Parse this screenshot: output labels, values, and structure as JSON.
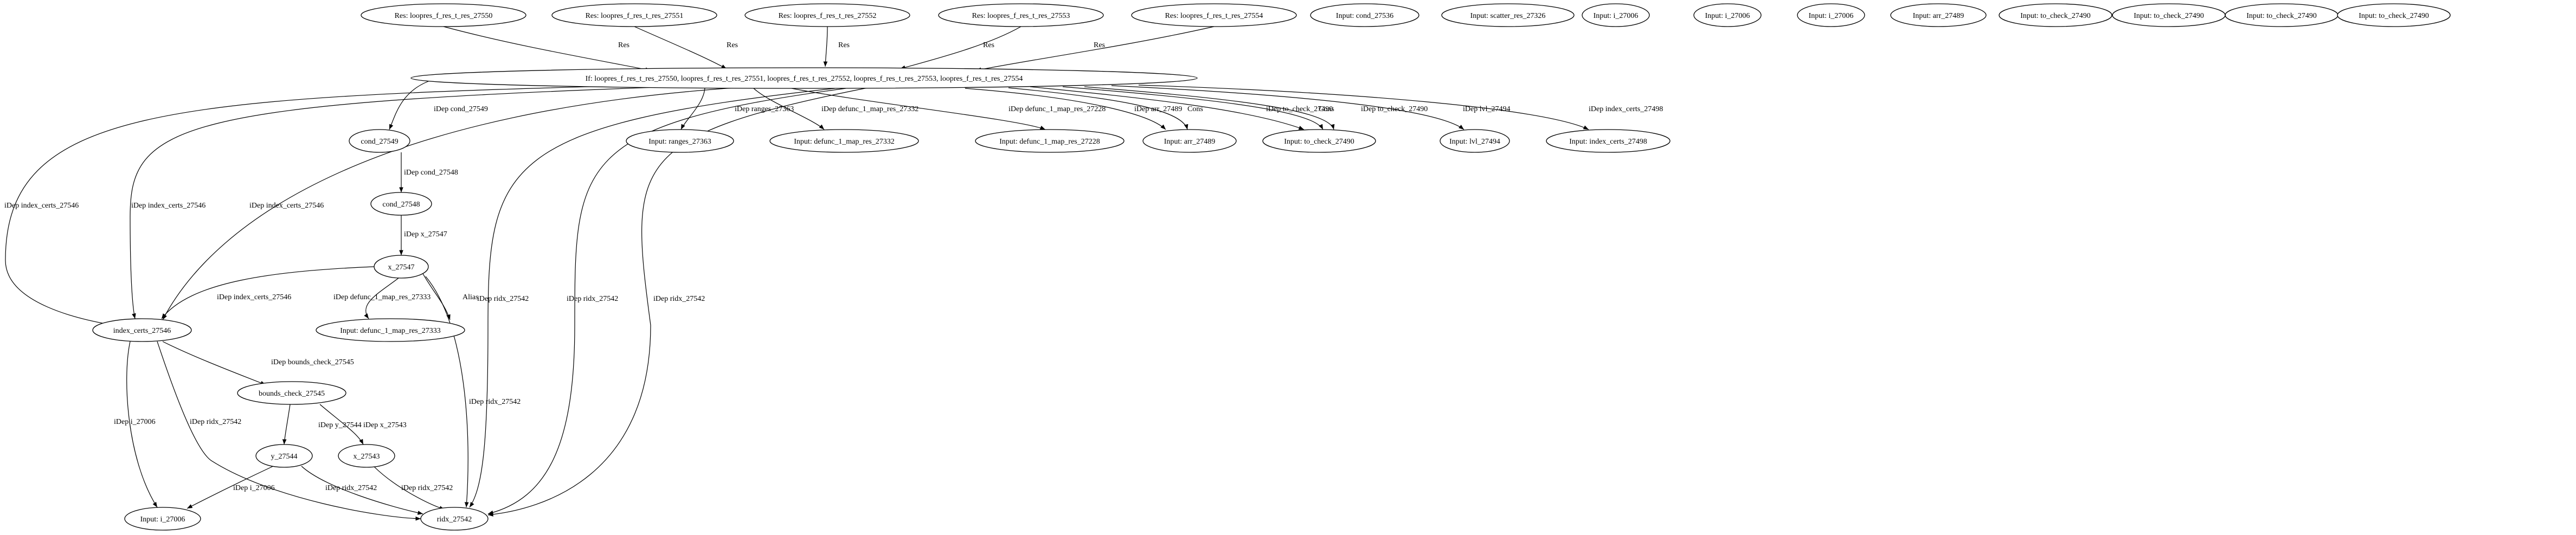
{
  "nodes": [
    {
      "id": "res0",
      "label": "Res: loopres_f_res_t_res_27550"
    },
    {
      "id": "res1",
      "label": "Res: loopres_f_res_t_res_27551"
    },
    {
      "id": "res2",
      "label": "Res: loopres_f_res_t_res_27552"
    },
    {
      "id": "res3",
      "label": "Res: loopres_f_res_t_res_27553"
    },
    {
      "id": "res4",
      "label": "Res: loopres_f_res_t_res_27554"
    },
    {
      "id": "in_cond",
      "label": "Input: cond_27536"
    },
    {
      "id": "in_scatter",
      "label": "Input: scatter_res_27326"
    },
    {
      "id": "in_i_a",
      "label": "Input: i_27006"
    },
    {
      "id": "in_i_b",
      "label": "Input: i_27006"
    },
    {
      "id": "in_i_c",
      "label": "Input: i_27006"
    },
    {
      "id": "in_arr_top",
      "label": "Input: arr_27489"
    },
    {
      "id": "in_tc_a",
      "label": "Input: to_check_27490"
    },
    {
      "id": "in_tc_b",
      "label": "Input: to_check_27490"
    },
    {
      "id": "in_tc_c",
      "label": "Input: to_check_27490"
    },
    {
      "id": "in_tc_d",
      "label": "Input: to_check_27490"
    },
    {
      "id": "if",
      "label": "If: loopres_f_res_t_res_27550, loopres_f_res_t_res_27551, loopres_f_res_t_res_27552, loopres_f_res_t_res_27553, loopres_f_res_t_res_27554"
    },
    {
      "id": "cond49",
      "label": "cond_27549"
    },
    {
      "id": "in_ranges",
      "label": "Input: ranges_27363"
    },
    {
      "id": "in_dm32",
      "label": "Input: defunc_1_map_res_27332"
    },
    {
      "id": "in_dm28",
      "label": "Input: defunc_1_map_res_27228"
    },
    {
      "id": "in_arr",
      "label": "Input: arr_27489"
    },
    {
      "id": "in_tc",
      "label": "Input: to_check_27490"
    },
    {
      "id": "in_lvl",
      "label": "Input: lvl_27494"
    },
    {
      "id": "in_idx",
      "label": "Input: index_certs_27498"
    },
    {
      "id": "cond48",
      "label": "cond_27548"
    },
    {
      "id": "x47",
      "label": "x_27547"
    },
    {
      "id": "in_dm33",
      "label": "Input: defunc_1_map_res_27333"
    },
    {
      "id": "idx46",
      "label": "index_certs_27546"
    },
    {
      "id": "bc45",
      "label": "bounds_check_27545"
    },
    {
      "id": "y44",
      "label": "y_27544"
    },
    {
      "id": "x43",
      "label": "x_27543"
    },
    {
      "id": "in_i",
      "label": "Input: i_27006"
    },
    {
      "id": "ridx42",
      "label": "ridx_27542"
    }
  ],
  "edges": [
    {
      "label": "Res"
    },
    {
      "label": "Res"
    },
    {
      "label": "Res"
    },
    {
      "label": "Res"
    },
    {
      "label": "Res"
    },
    {
      "label": "iDep cond_27549"
    },
    {
      "label": "iDep ranges_27363"
    },
    {
      "label": "iDep defunc_1_map_res_27332"
    },
    {
      "label": "iDep defunc_1_map_res_27228"
    },
    {
      "label": "iDep arr_27489"
    },
    {
      "label": "Cons"
    },
    {
      "label": "iDep to_check_27490"
    },
    {
      "label": "Cons"
    },
    {
      "label": "iDep to_check_27490"
    },
    {
      "label": "iDep lvl_27494"
    },
    {
      "label": "iDep index_certs_27498"
    },
    {
      "label": "iDep index_certs_27546"
    },
    {
      "label": "iDep index_certs_27546"
    },
    {
      "label": "iDep index_certs_27546"
    },
    {
      "label": "iDep ridx_27542"
    },
    {
      "label": "iDep ridx_27542"
    },
    {
      "label": "iDep ridx_27542"
    },
    {
      "label": "iDep cond_27548"
    },
    {
      "label": "iDep x_27547"
    },
    {
      "label": "iDep index_certs_27546"
    },
    {
      "label": "iDep defunc_1_map_res_27333"
    },
    {
      "label": "Alias"
    },
    {
      "label": "iDep ridx_27542"
    },
    {
      "label": "iDep bounds_check_27545"
    },
    {
      "label": "iDep i_27006"
    },
    {
      "label": "iDep ridx_27542"
    },
    {
      "label": "iDep y_27544"
    },
    {
      "label": "iDep x_27543"
    },
    {
      "label": "iDep i_27006"
    },
    {
      "label": "iDep ridx_27542"
    },
    {
      "label": "iDep ridx_27542"
    }
  ]
}
